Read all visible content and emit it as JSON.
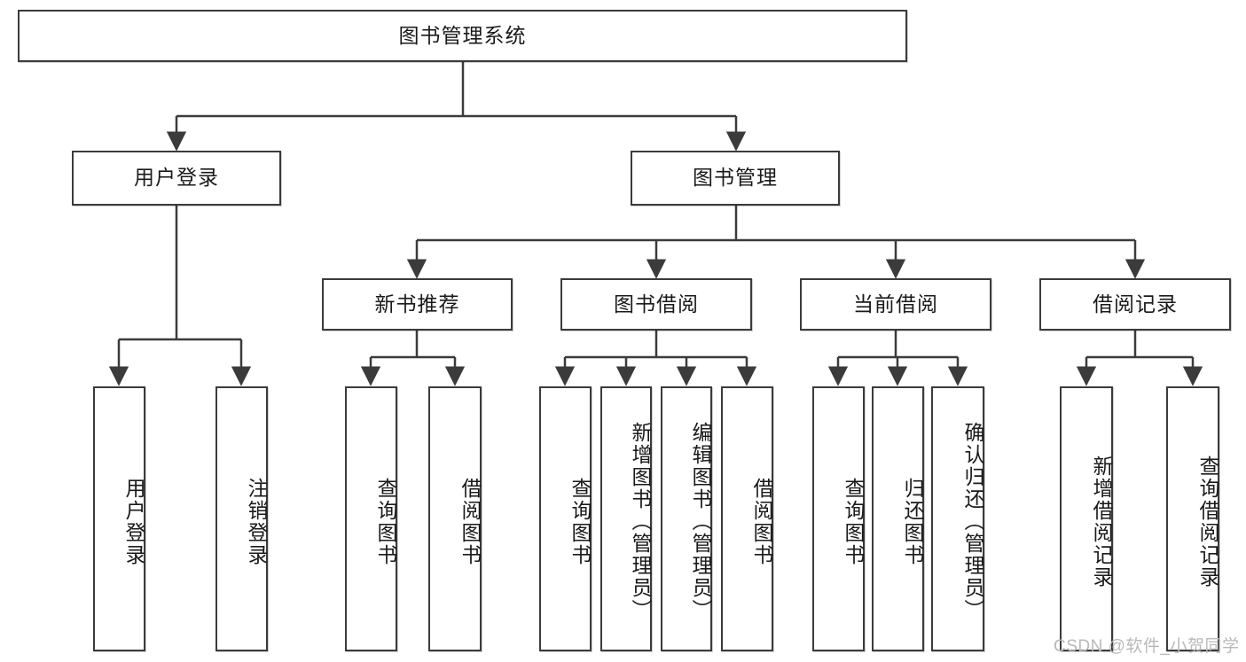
{
  "diagram": {
    "type": "tree",
    "title": "图书管理系统",
    "watermark": "CSDN @软件_小贺同学",
    "colors": {
      "box_border": "#3b3b3b",
      "box_fill": "#ffffff",
      "text": "#1a1a1a",
      "connector": "#3b3b3b",
      "watermark": "#b9b9b9"
    },
    "root": {
      "label": "图书管理系统"
    },
    "level2": [
      {
        "label": "用户登录"
      },
      {
        "label": "图书管理"
      }
    ],
    "level3": [
      {
        "label": "新书推荐"
      },
      {
        "label": "图书借阅"
      },
      {
        "label": "当前借阅"
      },
      {
        "label": "借阅记录"
      }
    ],
    "leaves": {
      "user_login": [
        {
          "label": "用户登录"
        },
        {
          "label": "注销登录"
        }
      ],
      "new_book": [
        {
          "label": "查询图书"
        },
        {
          "label": "借阅图书"
        }
      ],
      "book_borrow": [
        {
          "label": "查询图书"
        },
        {
          "label": "新增图书（管理员）"
        },
        {
          "label": "编辑图书（管理员）"
        },
        {
          "label": "借阅图书"
        }
      ],
      "current_borrow": [
        {
          "label": "查询图书"
        },
        {
          "label": "归还图书"
        },
        {
          "label": "确认归还（管理员）"
        }
      ],
      "borrow_record": [
        {
          "label": "新增借阅记录"
        },
        {
          "label": "查询借阅记录"
        }
      ]
    }
  }
}
